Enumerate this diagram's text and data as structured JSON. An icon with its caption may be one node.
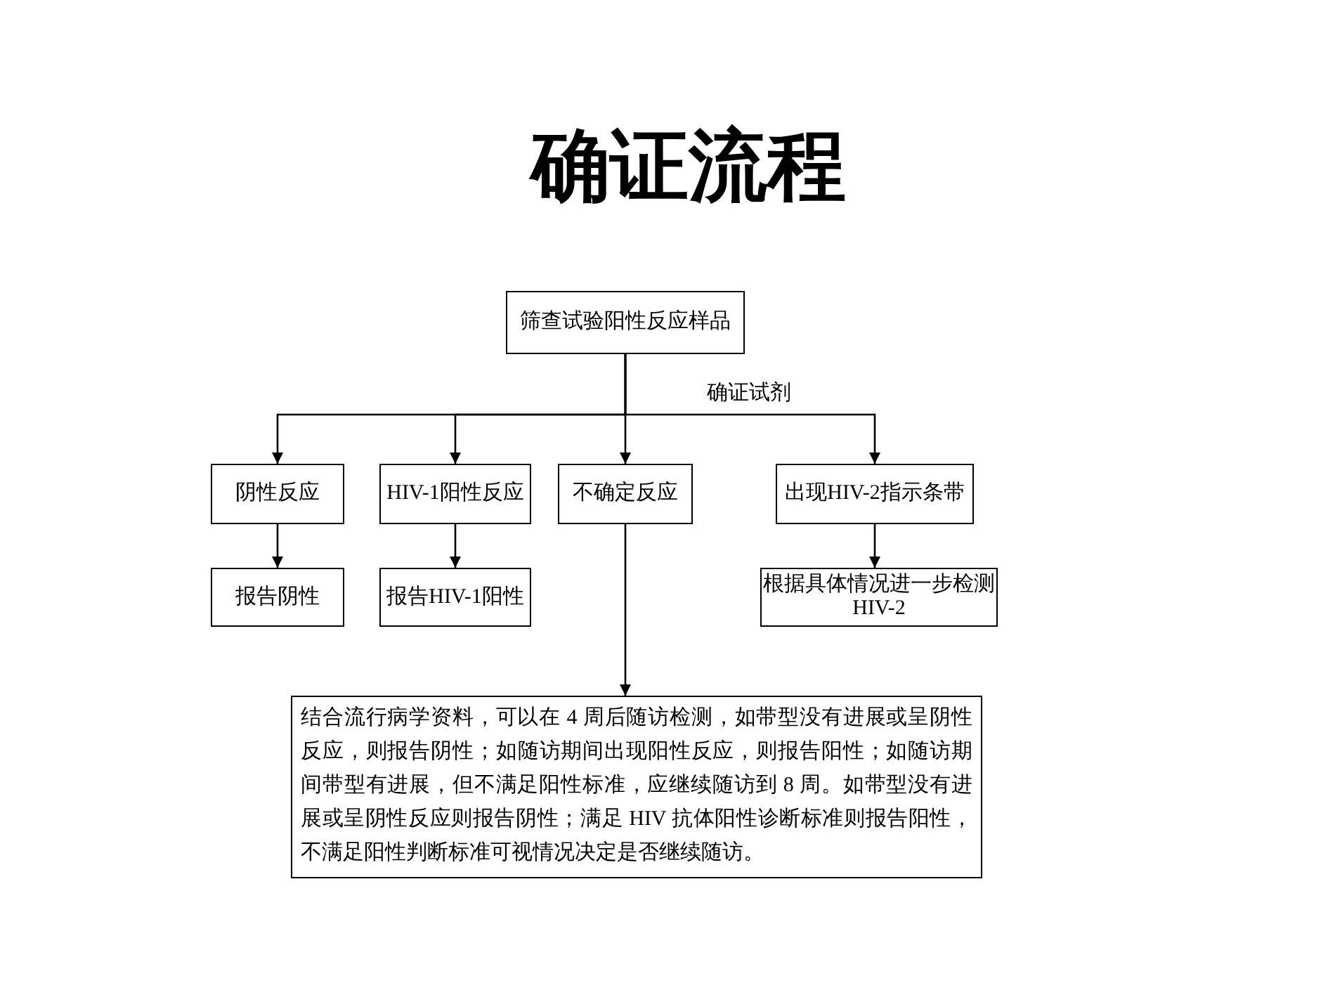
{
  "diagram": {
    "title": "确证流程",
    "nodes": [
      {
        "text": [
          "筛查试验阳性反应样品"
        ]
      },
      {
        "text": [
          "阴性反应"
        ]
      },
      {
        "text": [
          "HIV-1阳性反应"
        ]
      },
      {
        "text": [
          "不确定反应"
        ]
      },
      {
        "text": [
          "出现HIV-2指示条带"
        ]
      },
      {
        "text": [
          "报告阴性"
        ]
      },
      {
        "text": [
          "报告HIV-1阳性"
        ]
      },
      {
        "text": [
          "根据具体情况进一步检测 HIV-2"
        ]
      },
      {
        "text": [
          "结合流行病学资料，可以在 4 周后随访检测，如带型没有进展或呈阴性反应，则报告阴性；如随访期间出现阳性反应，则报告阳性；如随访期间带型有进展，但不满足阳性标准，应继续随访到 8 周。如带型没有进展或呈阴性反应则报告阴性；满足 HIV 抗体阳性诊断标准则报告阳性，不满足阳性判断标准可视情况决定是否继续随访。"
        ]
      }
    ],
    "edges": [
      {
        "from": 0,
        "to": 1,
        "arrow": "to"
      },
      {
        "from": 0,
        "to": 2,
        "arrow": "to"
      },
      {
        "from": 0,
        "to": 3,
        "arrow": "to"
      },
      {
        "from": 0,
        "to": 4,
        "arrow": "to"
      },
      {
        "from": 1,
        "to": 5,
        "arrow": "to"
      },
      {
        "from": 2,
        "to": 6,
        "arrow": "to"
      },
      {
        "from": 4,
        "to": 7,
        "arrow": "to"
      },
      {
        "from": 3,
        "to": 8,
        "arrow": "to"
      }
    ],
    "labels": [
      "确证试剂"
    ]
  }
}
